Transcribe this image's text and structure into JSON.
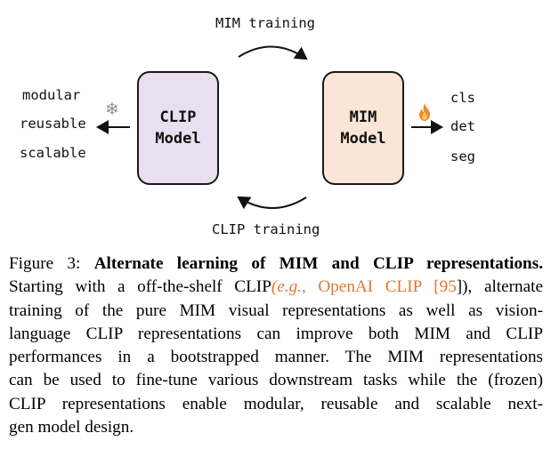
{
  "diagram": {
    "top_arrow_label": "MIM training",
    "bottom_arrow_label": "CLIP training",
    "clip_box": {
      "line1": "CLIP",
      "line2": "Model",
      "fill": "#e8dff1"
    },
    "mim_box": {
      "line1": "MIM",
      "line2": "Model",
      "fill": "#fbe5d6"
    },
    "left_outputs": [
      "modular",
      "reusable",
      "scalable"
    ],
    "right_outputs": [
      "cls",
      "det",
      "seg"
    ],
    "frozen_icon": "snowflake-icon",
    "trainable_icon": "fire-icon"
  },
  "caption": {
    "prefix": "Figure 3: ",
    "title": "Alternate learning of MIM and CLIP representations.",
    "line2_a": "Starting with a off-the-shelf CLIP",
    "line2_eg": "(e.g.",
    "line2_b": ", OpenAI CLIP [",
    "line2_ref": "95",
    "line2_c": "]), alternate",
    "line3": "training of the pure MIM visual representations as well as vision-",
    "line4": "language CLIP representations can improve both MIM and CLIP",
    "line5": "performances in a bootstrapped manner. The MIM representations",
    "line6": "can be used to fine-tune various downstream tasks while the (frozen)",
    "line7": "CLIP representations enable modular, reusable and scalable next-",
    "line8": "gen model design."
  }
}
